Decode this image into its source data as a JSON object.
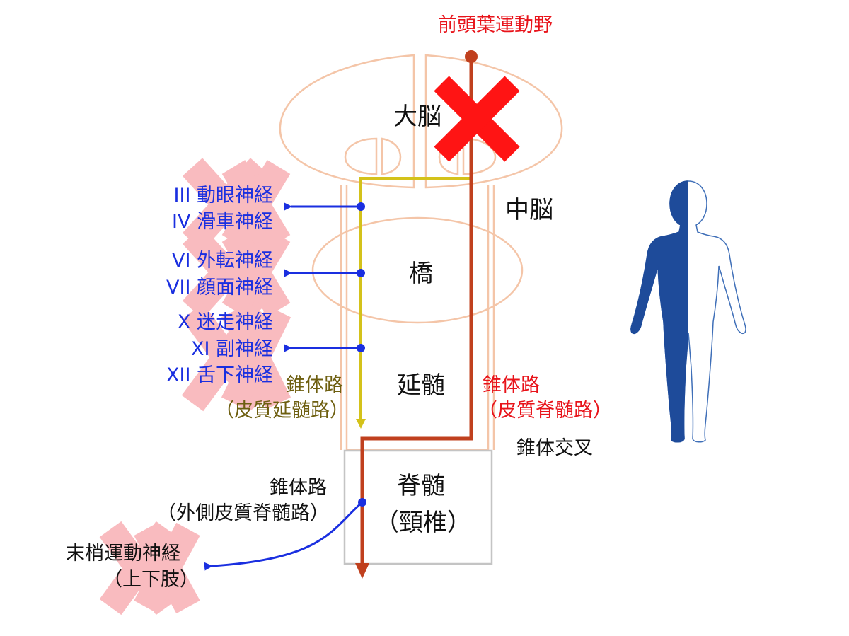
{
  "labels": {
    "motor_cortex": "前頭葉運動野",
    "cerebrum": "大脳",
    "midbrain": "中脳",
    "pons": "橋",
    "medulla": "延髄",
    "spinal_cord_1": "脊髄",
    "spinal_cord_2": "（頸椎）",
    "corticobulbar_1": "錐体路",
    "corticobulbar_2": "（皮質延髄路）",
    "corticospinal_1": "錐体路",
    "corticospinal_2": "（皮質脊髄路）",
    "decussation": "錐体交叉",
    "lateral_cst_1": "錐体路",
    "lateral_cst_2": "（外側皮質脊髄路）",
    "peripheral_1": "末梢運動神経",
    "peripheral_2": "（上下肢）"
  },
  "cranial_nerves": [
    "III 動眼神経",
    "IV 滑車神経",
    "VI 外転神経",
    "VII 顔面神経",
    "X 迷走神経",
    "XI 副神経",
    "XII 舌下神経"
  ],
  "colors": {
    "outline_orange": "#f4c5a8",
    "spinal_gray": "#c4c4c4",
    "tract_red": "#c0401e",
    "tract_yellow": "#d4c21a",
    "nerve_blue": "#1a2fe0",
    "lesion_red": "#ff1414",
    "cross_pink": "#f7a5aa",
    "body_blue": "#1e4b9a",
    "text_red": "#e8131a",
    "text_olive": "#6e5f10"
  }
}
